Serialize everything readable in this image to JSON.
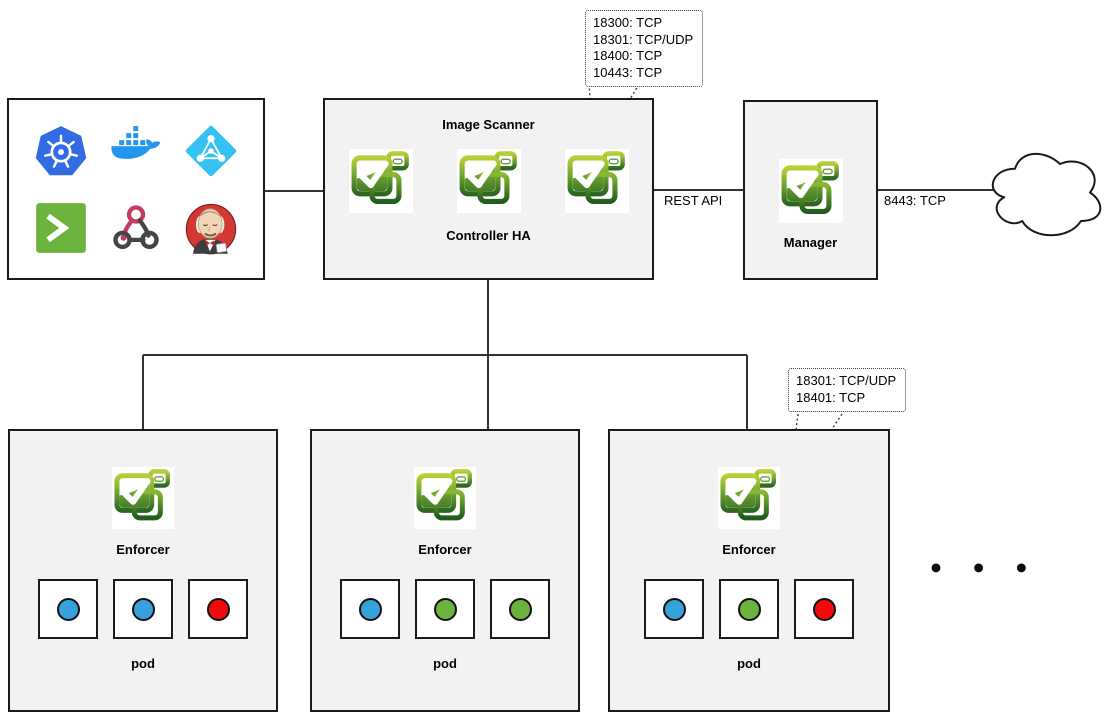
{
  "sources": {
    "icons": [
      {
        "name": "kubernetes-icon"
      },
      {
        "name": "docker-icon"
      },
      {
        "name": "azure-ad-icon"
      },
      {
        "name": "shell-icon"
      },
      {
        "name": "webhook-icon"
      },
      {
        "name": "jenkins-icon"
      }
    ]
  },
  "controller": {
    "title": "Image Scanner",
    "subtitle": "Controller HA"
  },
  "manager": {
    "label": "Manager"
  },
  "edges": {
    "rest_api": "REST API",
    "manager_cloud": "8443: TCP"
  },
  "callouts": {
    "controller_ports": {
      "lines": [
        "18300: TCP",
        "18301: TCP/UDP",
        "18400: TCP",
        "10443: TCP"
      ]
    },
    "enforcer_ports": {
      "lines": [
        "18301: TCP/UDP",
        "18401: TCP"
      ]
    }
  },
  "enforcers": [
    {
      "label": "Enforcer",
      "pod_label": "pod",
      "pods": [
        "#36a1dc",
        "#36a1dc",
        "#f20b0b"
      ]
    },
    {
      "label": "Enforcer",
      "pod_label": "pod",
      "pods": [
        "#36a1dc",
        "#6cb33e",
        "#6cb33e"
      ]
    },
    {
      "label": "Enforcer",
      "pod_label": "pod",
      "pods": [
        "#36a1dc",
        "#6cb33e",
        "#f20b0b"
      ]
    }
  ],
  "ellipsis": {
    "text": "• • •"
  },
  "colors": {
    "box_fill": "#f2f2f2",
    "box_border": "#1a1a1a",
    "neuvector_green_light": "#b9cf33",
    "neuvector_green_dark": "#2c661f",
    "pod_blue": "#36a1dc",
    "pod_green": "#6cb33e",
    "pod_red": "#f20b0b"
  }
}
